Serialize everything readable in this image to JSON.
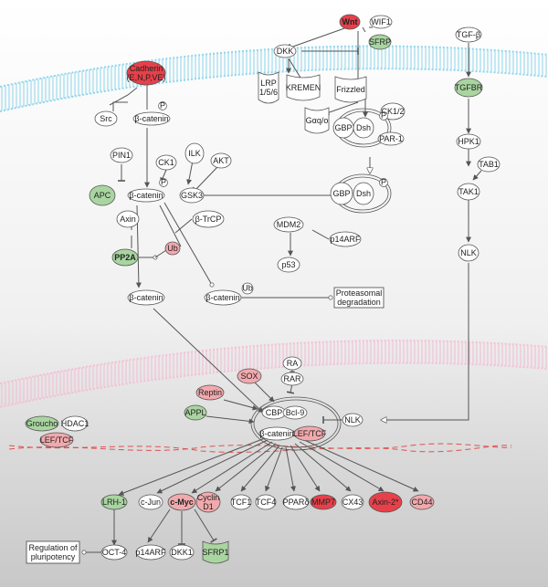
{
  "colors": {
    "red_strong": "#e8404a",
    "red_light": "#f2a9ad",
    "green": "#a9d5a0",
    "white": "#ffffff",
    "membrane_blue": "#7fd0e8",
    "membrane_pink": "#f3b6cf",
    "dna_red": "#e05050"
  },
  "nodes": [
    {
      "id": "wnt",
      "label": "Wnt",
      "shape": "ellipse",
      "color": "red_strong",
      "bold": true
    },
    {
      "id": "wif1",
      "label": "WIF1",
      "shape": "ellipse",
      "color": "white"
    },
    {
      "id": "sfrp",
      "label": "SFRP",
      "shape": "ellipse",
      "color": "green"
    },
    {
      "id": "dkk_top",
      "label": "DKK",
      "shape": "ellipse",
      "color": "white"
    },
    {
      "id": "lrp",
      "label": "LRP\n1/5/6",
      "shape": "receptor",
      "color": "white"
    },
    {
      "id": "kremen",
      "label": "KREMEN",
      "shape": "receptor",
      "color": "white"
    },
    {
      "id": "frizzled",
      "label": "Frizzled",
      "shape": "receptor",
      "color": "white"
    },
    {
      "id": "gaq",
      "label": "Gαq/o",
      "shape": "receptor",
      "color": "white"
    },
    {
      "id": "ck12",
      "label": "CK1/2",
      "shape": "ellipse",
      "color": "white"
    },
    {
      "id": "gbp_top",
      "label": "GBP",
      "shape": "ellipse",
      "color": "white"
    },
    {
      "id": "dsh_top",
      "label": "Dsh",
      "shape": "ellipse",
      "color": "white"
    },
    {
      "id": "par1",
      "label": "PAR-1",
      "shape": "ellipse",
      "color": "white"
    },
    {
      "id": "gbp_mid",
      "label": "GBP",
      "shape": "ellipse",
      "color": "white"
    },
    {
      "id": "dsh_mid",
      "label": "Dsh",
      "shape": "ellipse",
      "color": "white"
    },
    {
      "id": "tgfb",
      "label": "TGF-β",
      "shape": "ellipse",
      "color": "white"
    },
    {
      "id": "tgfbr",
      "label": "TGFBR",
      "shape": "ellipse",
      "color": "green"
    },
    {
      "id": "hpk1",
      "label": "HPK1",
      "shape": "ellipse",
      "color": "white"
    },
    {
      "id": "tab1",
      "label": "TAB1",
      "shape": "ellipse",
      "color": "white"
    },
    {
      "id": "tak1",
      "label": "TAK1",
      "shape": "ellipse",
      "color": "white"
    },
    {
      "id": "nlk_top",
      "label": "NLK",
      "shape": "ellipse",
      "color": "white"
    },
    {
      "id": "cadherin",
      "label": "Cadherin\n(E,N,P,VE)",
      "shape": "ellipse",
      "color": "red_strong"
    },
    {
      "id": "src",
      "label": "Src",
      "shape": "ellipse",
      "color": "white"
    },
    {
      "id": "bcat_top",
      "label": "β-catenin",
      "shape": "ellipse",
      "color": "white"
    },
    {
      "id": "pin1",
      "label": "PIN1",
      "shape": "ellipse",
      "color": "white"
    },
    {
      "id": "ck1",
      "label": "CK1",
      "shape": "ellipse",
      "color": "white"
    },
    {
      "id": "ilk",
      "label": "ILK",
      "shape": "ellipse",
      "color": "white"
    },
    {
      "id": "akt",
      "label": "AKT",
      "shape": "ellipse",
      "color": "white"
    },
    {
      "id": "apc",
      "label": "APC",
      "shape": "ellipse",
      "color": "green"
    },
    {
      "id": "bcat_mid",
      "label": "β-catenin",
      "shape": "ellipse",
      "color": "white"
    },
    {
      "id": "gsk3",
      "label": "GSK3",
      "shape": "ellipse",
      "color": "white"
    },
    {
      "id": "axin",
      "label": "Axin",
      "shape": "ellipse",
      "color": "white"
    },
    {
      "id": "btrcp",
      "label": "β-TrCP",
      "shape": "ellipse",
      "color": "white"
    },
    {
      "id": "ub",
      "label": "Ub",
      "shape": "ellipse",
      "color": "red_light"
    },
    {
      "id": "pp2a",
      "label": "PP2A",
      "shape": "ellipse",
      "color": "green",
      "bold": true
    },
    {
      "id": "mdm2",
      "label": "MDM2",
      "shape": "ellipse",
      "color": "white"
    },
    {
      "id": "p14arf_top",
      "label": "p14ARF",
      "shape": "ellipse",
      "color": "white"
    },
    {
      "id": "p53",
      "label": "p53",
      "shape": "ellipse",
      "color": "white"
    },
    {
      "id": "bcat_low",
      "label": "β-catenin",
      "shape": "ellipse",
      "color": "white"
    },
    {
      "id": "bcat_ub",
      "label": "β-catenin",
      "shape": "ellipse",
      "color": "white"
    },
    {
      "id": "proteasomal",
      "label": "Proteasomal\ndegradation",
      "shape": "box",
      "color": "white"
    },
    {
      "id": "ra",
      "label": "RA",
      "shape": "ellipse",
      "color": "white"
    },
    {
      "id": "rar",
      "label": "RAR",
      "shape": "ellipse",
      "color": "white"
    },
    {
      "id": "sox",
      "label": "SOX",
      "shape": "ellipse",
      "color": "red_light"
    },
    {
      "id": "reptin",
      "label": "Reptin",
      "shape": "ellipse",
      "color": "red_light"
    },
    {
      "id": "appl",
      "label": "APPL",
      "shape": "ellipse",
      "color": "green"
    },
    {
      "id": "cbp",
      "label": "CBP",
      "shape": "ellipse",
      "color": "white"
    },
    {
      "id": "bcl9",
      "label": "Bcl-9",
      "shape": "ellipse",
      "color": "white"
    },
    {
      "id": "bcat_nuc",
      "label": "β-catenin",
      "shape": "ellipse",
      "color": "white"
    },
    {
      "id": "leftcf_nuc",
      "label": "LEF/TCF",
      "shape": "ellipse",
      "color": "red_light"
    },
    {
      "id": "nlk_nuc",
      "label": "NLK",
      "shape": "ellipse",
      "color": "white"
    },
    {
      "id": "groucho",
      "label": "Groucho",
      "shape": "ellipse",
      "color": "green"
    },
    {
      "id": "hdac1",
      "label": "HDAC1",
      "shape": "ellipse",
      "color": "white"
    },
    {
      "id": "leftcf_left",
      "label": "LEF/TCF",
      "shape": "ellipse",
      "color": "red_light"
    },
    {
      "id": "lrh1",
      "label": "LRH-1",
      "shape": "ellipse",
      "color": "green"
    },
    {
      "id": "cjun",
      "label": "c-Jun",
      "shape": "ellipse",
      "color": "white"
    },
    {
      "id": "cmyc",
      "label": "c-Myc",
      "shape": "ellipse",
      "color": "red_light",
      "bold": true
    },
    {
      "id": "cyclind1",
      "label": "Cyclin\nD1",
      "shape": "ellipse",
      "color": "red_light"
    },
    {
      "id": "tcf1",
      "label": "TCF1",
      "shape": "ellipse",
      "color": "white"
    },
    {
      "id": "tcf4",
      "label": "TCF4",
      "shape": "ellipse",
      "color": "white"
    },
    {
      "id": "ppard",
      "label": "PPARδ",
      "shape": "ellipse",
      "color": "white"
    },
    {
      "id": "mmp7",
      "label": "MMP7",
      "shape": "ellipse",
      "color": "red_strong"
    },
    {
      "id": "cx43",
      "label": "CX43",
      "shape": "ellipse",
      "color": "white"
    },
    {
      "id": "axin2",
      "label": "Axin-2*",
      "shape": "ellipse",
      "color": "red_strong"
    },
    {
      "id": "cd44",
      "label": "CD44",
      "shape": "ellipse",
      "color": "red_light"
    },
    {
      "id": "regulation",
      "label": "Regulation of\npluripotency",
      "shape": "box",
      "color": "white"
    },
    {
      "id": "oct4",
      "label": "OCT-4",
      "shape": "ellipse",
      "color": "white"
    },
    {
      "id": "p14arf_low",
      "label": "p14ARF",
      "shape": "ellipse",
      "color": "white"
    },
    {
      "id": "dkk1",
      "label": "DKK1",
      "shape": "ellipse",
      "color": "white"
    },
    {
      "id": "sfrp1",
      "label": "SFRP1",
      "shape": "receptor",
      "color": "green"
    }
  ],
  "small_markers": {
    "phospho": "P",
    "ub": "Ub"
  }
}
